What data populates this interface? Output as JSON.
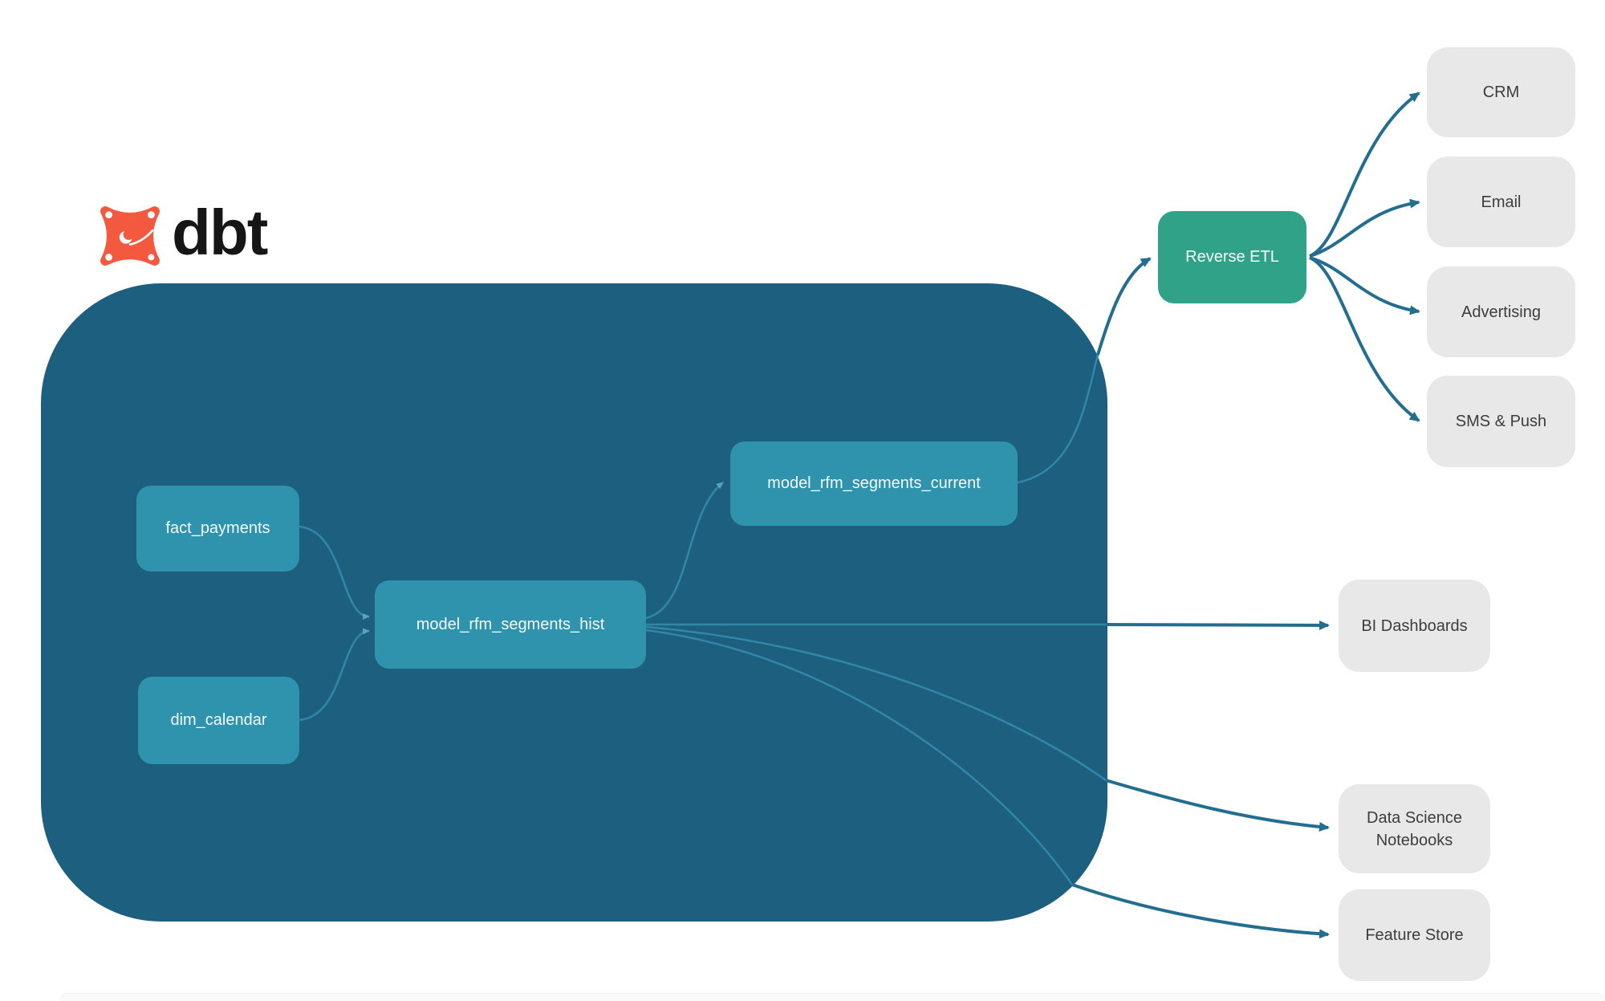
{
  "logo": {
    "brand": "dbt"
  },
  "colors": {
    "warehouse_bg": "#1d5f7e",
    "model_node": "#3093ad",
    "reverse_etl_node": "#2fa287",
    "destination_node": "#e8e8e8",
    "edge_thin": "#3187a8",
    "edge_thick": "#236e90",
    "dbt_orange": "#f2593f"
  },
  "pipeline": {
    "warehouse_nodes": [
      {
        "id": "fact_payments",
        "label": "fact_payments"
      },
      {
        "id": "dim_calendar",
        "label": "dim_calendar"
      },
      {
        "id": "model_rfm_segments_hist",
        "label": "model_rfm_segments_hist"
      },
      {
        "id": "model_rfm_segments_current",
        "label": "model_rfm_segments_current"
      }
    ],
    "reverse_etl": {
      "label": "Reverse ETL"
    },
    "destinations": [
      {
        "id": "crm",
        "label": "CRM"
      },
      {
        "id": "email",
        "label": "Email"
      },
      {
        "id": "advertising",
        "label": "Advertising"
      },
      {
        "id": "sms_push",
        "label": "SMS & Push"
      },
      {
        "id": "bi_dashboards",
        "label": "BI Dashboards"
      },
      {
        "id": "ds_notebooks",
        "label": "Data Science Notebooks"
      },
      {
        "id": "feature_store",
        "label": "Feature Store"
      }
    ],
    "edges": [
      {
        "from": "fact_payments",
        "to": "model_rfm_segments_hist"
      },
      {
        "from": "dim_calendar",
        "to": "model_rfm_segments_hist"
      },
      {
        "from": "model_rfm_segments_hist",
        "to": "model_rfm_segments_current"
      },
      {
        "from": "model_rfm_segments_current",
        "to": "Reverse ETL"
      },
      {
        "from": "Reverse ETL",
        "to": "CRM"
      },
      {
        "from": "Reverse ETL",
        "to": "Email"
      },
      {
        "from": "Reverse ETL",
        "to": "Advertising"
      },
      {
        "from": "Reverse ETL",
        "to": "SMS & Push"
      },
      {
        "from": "model_rfm_segments_hist",
        "to": "BI Dashboards"
      },
      {
        "from": "model_rfm_segments_hist",
        "to": "Data Science Notebooks"
      },
      {
        "from": "model_rfm_segments_hist",
        "to": "Feature Store"
      }
    ]
  }
}
